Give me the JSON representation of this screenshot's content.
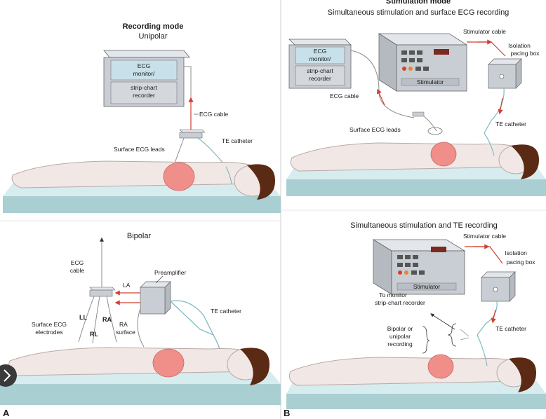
{
  "panels": {
    "a_top": {
      "title": "Recording mode",
      "subtitle": "Unipolar",
      "monitor_lines": [
        "ECG",
        "monitor/",
        "strip-chart",
        "recorder"
      ],
      "ecg_cable": "ECG cable",
      "te_catheter": "TE catheter",
      "surface_ecg_leads": "Surface ECG leads"
    },
    "a_bottom": {
      "title": "Bipolar",
      "ecg_cable_lines": [
        "ECG",
        "cable"
      ],
      "preamplifier": "Preamplifier",
      "la": "LA",
      "ll": "LL",
      "ra": "RA",
      "rl": "RL",
      "ra_surface_lines": [
        "RA",
        "surface"
      ],
      "te_catheter": "TE catheter",
      "surface_electrodes_lines": [
        "Surface ECG",
        "electrodes"
      ]
    },
    "b_top": {
      "title": "Stimulation mode",
      "subtitle": "Simultaneous stimulation and surface ECG recording",
      "monitor_lines": [
        "ECG",
        "monitor/",
        "strip-chart",
        "recorder"
      ],
      "stimulator": "Stimulator",
      "stimulator_cable": "Stimulator cable",
      "isolation_lines": [
        "Isolation",
        "pacing box"
      ],
      "ecg_cable": "ECG cable",
      "surface_ecg_leads": "Surface ECG leads",
      "te_catheter": "TE catheter"
    },
    "b_bottom": {
      "title": "Simultaneous stimulation and TE recording",
      "stimulator": "Stimulator",
      "stimulator_cable": "Stimulator cable",
      "isolation_lines": [
        "Isolation",
        "pacing box"
      ],
      "to_monitor_lines": [
        "To monitor",
        "strip-chart recorder"
      ],
      "bipolar_lines": [
        "Bipolar or",
        "unipolar",
        "recording"
      ],
      "te_catheter": "TE catheter"
    }
  },
  "panel_labels": {
    "a": "A",
    "b": "B"
  },
  "colors": {
    "table_top": "#d7ecee",
    "table_side": "#a9cfd3",
    "skin": "#f1e8e6",
    "skin_edge": "#b9a9a6",
    "heart": "#f08f8a",
    "hair": "#5b2a14",
    "device_top": "#e3e6ea",
    "device_front": "#c9ced4",
    "monitor_screen": "#c8e0ea",
    "cable_red": "#d2402e",
    "catheter": "#7fbac2",
    "wire_gray": "#8c8c8c"
  }
}
